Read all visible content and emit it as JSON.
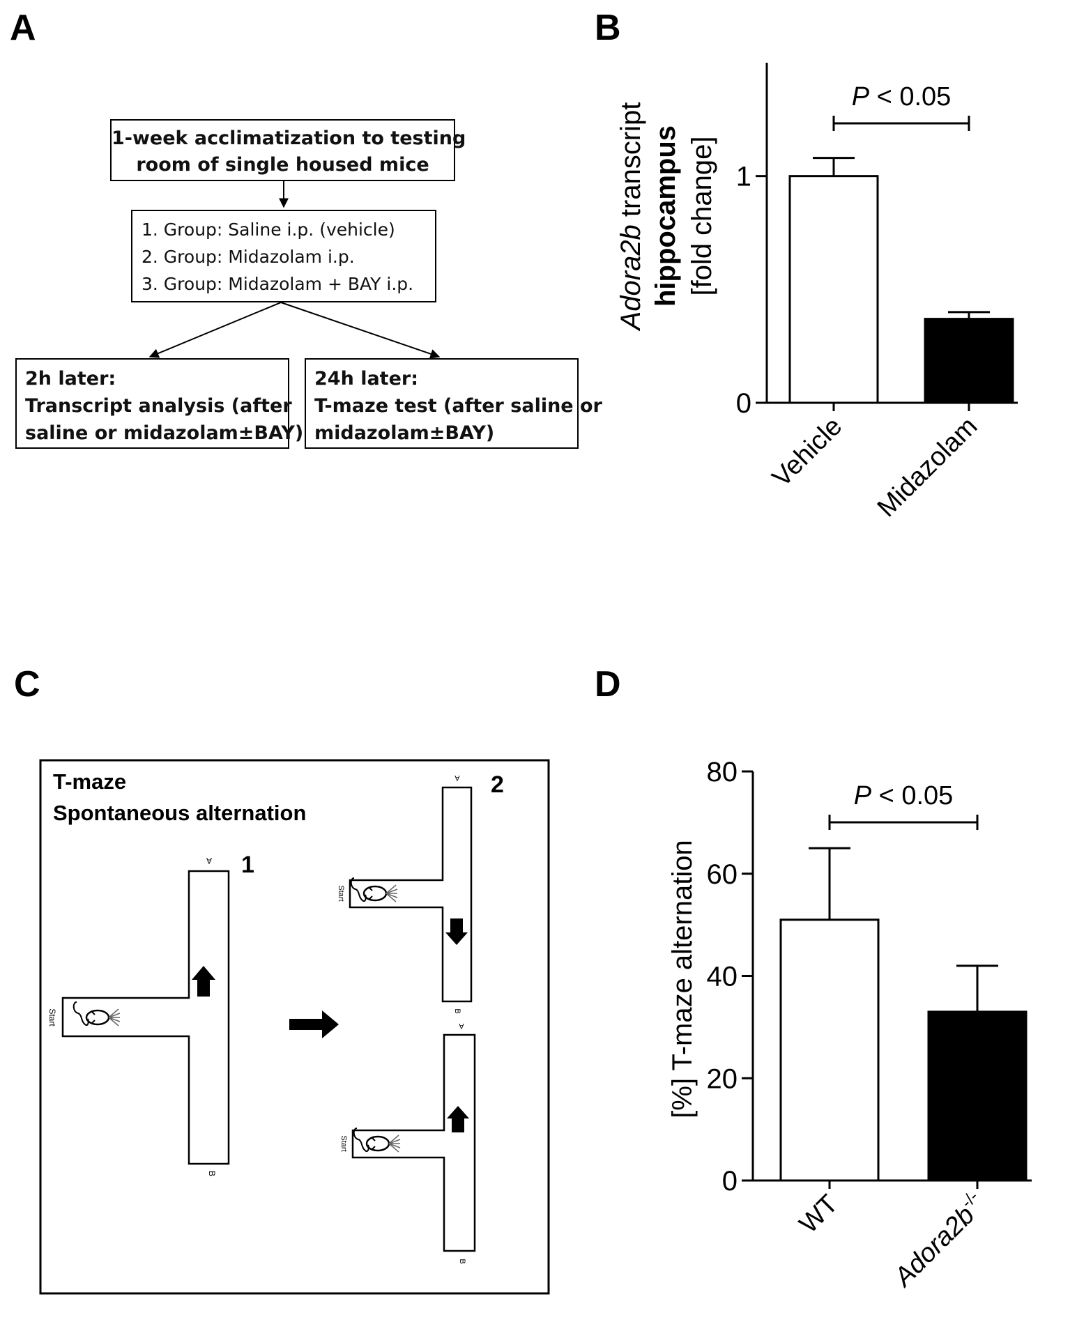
{
  "panels": {
    "a": "A",
    "b": "B",
    "c": "C",
    "d": "D"
  },
  "flow": {
    "top_box": [
      "1-week acclimatization to testing",
      "room of single housed mice"
    ],
    "groups_box": [
      "1. Group: Saline i.p. (vehicle)",
      "2. Group: Midazolam i.p.",
      "3. Group: Midazolam + BAY i.p."
    ],
    "left_box": [
      "2h later:",
      "Transcript analysis (after",
      "saline or midazolam±BAY)"
    ],
    "right_box": [
      "24h later:",
      "T-maze test (after saline or",
      "midazolam±BAY)"
    ]
  },
  "tmaze": {
    "title_line1": "T-maze",
    "title_line2": "Spontaneous alternation",
    "step1": "1",
    "step2": "2",
    "arm_a": "A",
    "arm_b": "B",
    "start": "Start"
  },
  "chart_data": [
    {
      "type": "bar",
      "categories": [
        "Vehicle",
        "Midazolam"
      ],
      "values": [
        1.0,
        0.37
      ],
      "errors": [
        0.08,
        0.03
      ],
      "bar_colors": [
        "#ffffff",
        "#000000"
      ],
      "ylabel_lines": [
        {
          "italic": "Adora2b",
          "plain": " transcript"
        },
        {
          "bold": "hippocampus"
        },
        {
          "plain": "[fold change]"
        }
      ],
      "ylim": [
        0,
        1.5
      ],
      "yticks": [
        0,
        1
      ],
      "annotation": {
        "p": "P",
        "rest": " < 0.05"
      }
    },
    {
      "type": "bar",
      "categories": [
        "WT",
        "Adora2b"
      ],
      "category_superscripts": [
        "",
        "-/-"
      ],
      "values": [
        51,
        33
      ],
      "errors": [
        14,
        9
      ],
      "bar_colors": [
        "#ffffff",
        "#000000"
      ],
      "ylabel": "[%] T-maze alternation",
      "ylim": [
        0,
        80
      ],
      "yticks": [
        0,
        20,
        40,
        60,
        80
      ],
      "annotation": {
        "p": "P",
        "rest": " < 0.05"
      }
    }
  ]
}
